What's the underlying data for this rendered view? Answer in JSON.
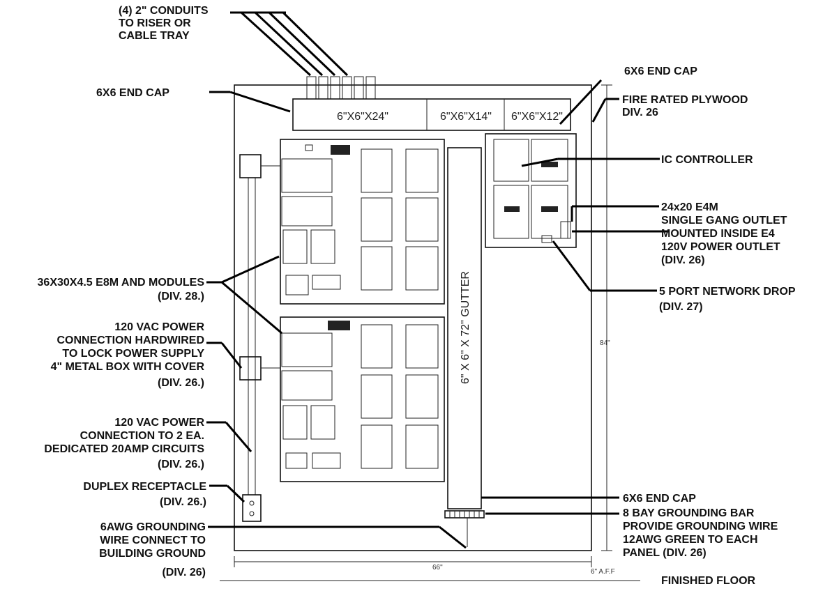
{
  "labels": {
    "conduits": [
      "(4) 2\" CONDUITS",
      "TO RISER OR",
      "CABLE TRAY"
    ],
    "end_cap_left": "6X6 END CAP",
    "end_cap_right": "6X6 END CAP",
    "fire_plywood": [
      "FIRE RATED PLYWOOD",
      "DIV. 26"
    ],
    "ic_controller": "IC CONTROLLER",
    "e4m": [
      "24x20 E4M",
      "SINGLE GANG OUTLET",
      "MOUNTED INSIDE E4",
      "120V POWER OUTLET",
      "(DIV. 26)"
    ],
    "network_drop": [
      "5 PORT NETWORK DROP",
      "(DIV. 27)"
    ],
    "e8m": [
      "36X30X4.5 E8M AND MODULES",
      "(DIV. 28.)"
    ],
    "hardwired": [
      "120 VAC POWER",
      "CONNECTION HARDWIRED",
      "TO LOCK POWER SUPPLY",
      "4\" METAL BOX WITH COVER",
      "(DIV. 26.)"
    ],
    "circuits": [
      "120 VAC POWER",
      "CONNECTION TO 2 EA.",
      "DEDICATED 20AMP CIRCUITS",
      "(DIV. 26.)"
    ],
    "duplex": [
      "DUPLEX RECEPTACLE",
      "(DIV. 26.)"
    ],
    "ground_wire": [
      "6AWG GROUNDING",
      "WIRE CONNECT TO",
      "BUILDING GROUND",
      "(DIV. 26)"
    ],
    "end_cap_bottom": "6X6 END CAP",
    "ground_bar": [
      "8 BAY GROUNDING BAR",
      "PROVIDE GROUNDING WIRE",
      "12AWG GREEN TO EACH",
      "PANEL (DIV. 26)"
    ],
    "finished_floor": "FINISHED FLOOR"
  },
  "dims": {
    "tray_24": "6\"X6\"X24\"",
    "tray_14": "6\"X6\"X14\"",
    "tray_12": "6\"X6\"X12\"",
    "gutter": "6\" X 6\" X 72\" GUTTER",
    "height": "84\"",
    "width": "66\"",
    "aff": "6\" A.F.F"
  }
}
